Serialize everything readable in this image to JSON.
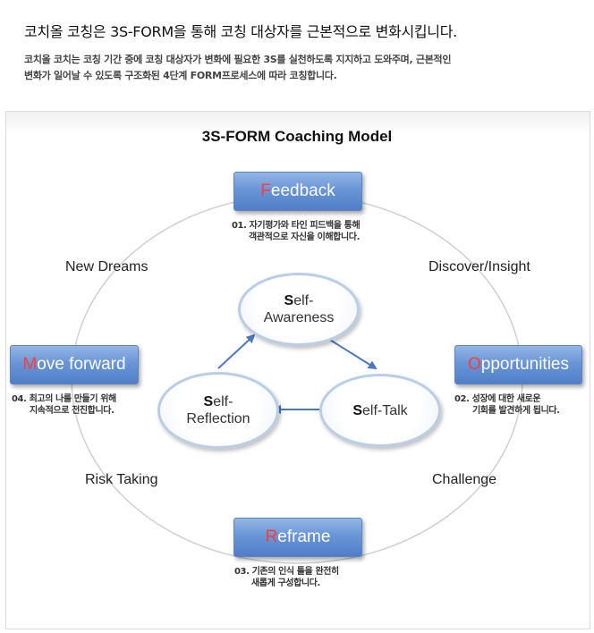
{
  "heading": "코치올 코칭은 3S-FORM을 통해 코칭 대상자를 근본적으로 변화시킵니다.",
  "intro": [
    "코치올 코치는 코칭 기간 중에 코칭 대상자가 변화에 필요한 3S를 실천하도록 지지하고 도와주며, 근본적인",
    "변화가 일어날 수 있도록 구조화된 4단계 FORM프로세스에 따라 코칭합니다."
  ],
  "model_title": "3S-FORM Coaching Model",
  "boxes": {
    "feedback": {
      "initial": "F",
      "rest": "eedback"
    },
    "opportunities": {
      "initial": "O",
      "rest": "pportunities"
    },
    "reframe": {
      "initial": "R",
      "rest": "eframe"
    },
    "move_forward": {
      "initial": "M",
      "rest": "ove forward"
    }
  },
  "descriptions": {
    "feedback": [
      "01. 자기평가와 타인 피드백을 통해",
      "객관적으로 자신을 이해합니다."
    ],
    "opportunities": [
      "02. 성장에 대한 새로운",
      "기회를 발견하게 됩니다."
    ],
    "reframe": [
      "03. 기존의 인식 틀을 완전히",
      "새롭게 구성합니다."
    ],
    "move_forward": [
      "04. 최고의 나를 만들기 위해",
      "지속적으로 전진합니다."
    ]
  },
  "side_labels": {
    "new_dreams": "New Dreams",
    "discover_insight": "Discover/Insight",
    "risk_taking": "Risk Taking",
    "challenge": "Challenge"
  },
  "circles": {
    "awareness": {
      "initial": "S",
      "line1": "elf-",
      "line2": "Awareness"
    },
    "talk": {
      "initial": "S",
      "line1": "elf-Talk"
    },
    "reflection": {
      "initial": "S",
      "line1": "elf-",
      "line2": "Reflection"
    }
  },
  "colors": {
    "box_fill": "#6a95d6",
    "initial_letter": "#ff3b3b",
    "arrow": "#4a78bb",
    "ellipse_stroke": "#cfcfcf",
    "circle_border": "#b9cde6"
  }
}
